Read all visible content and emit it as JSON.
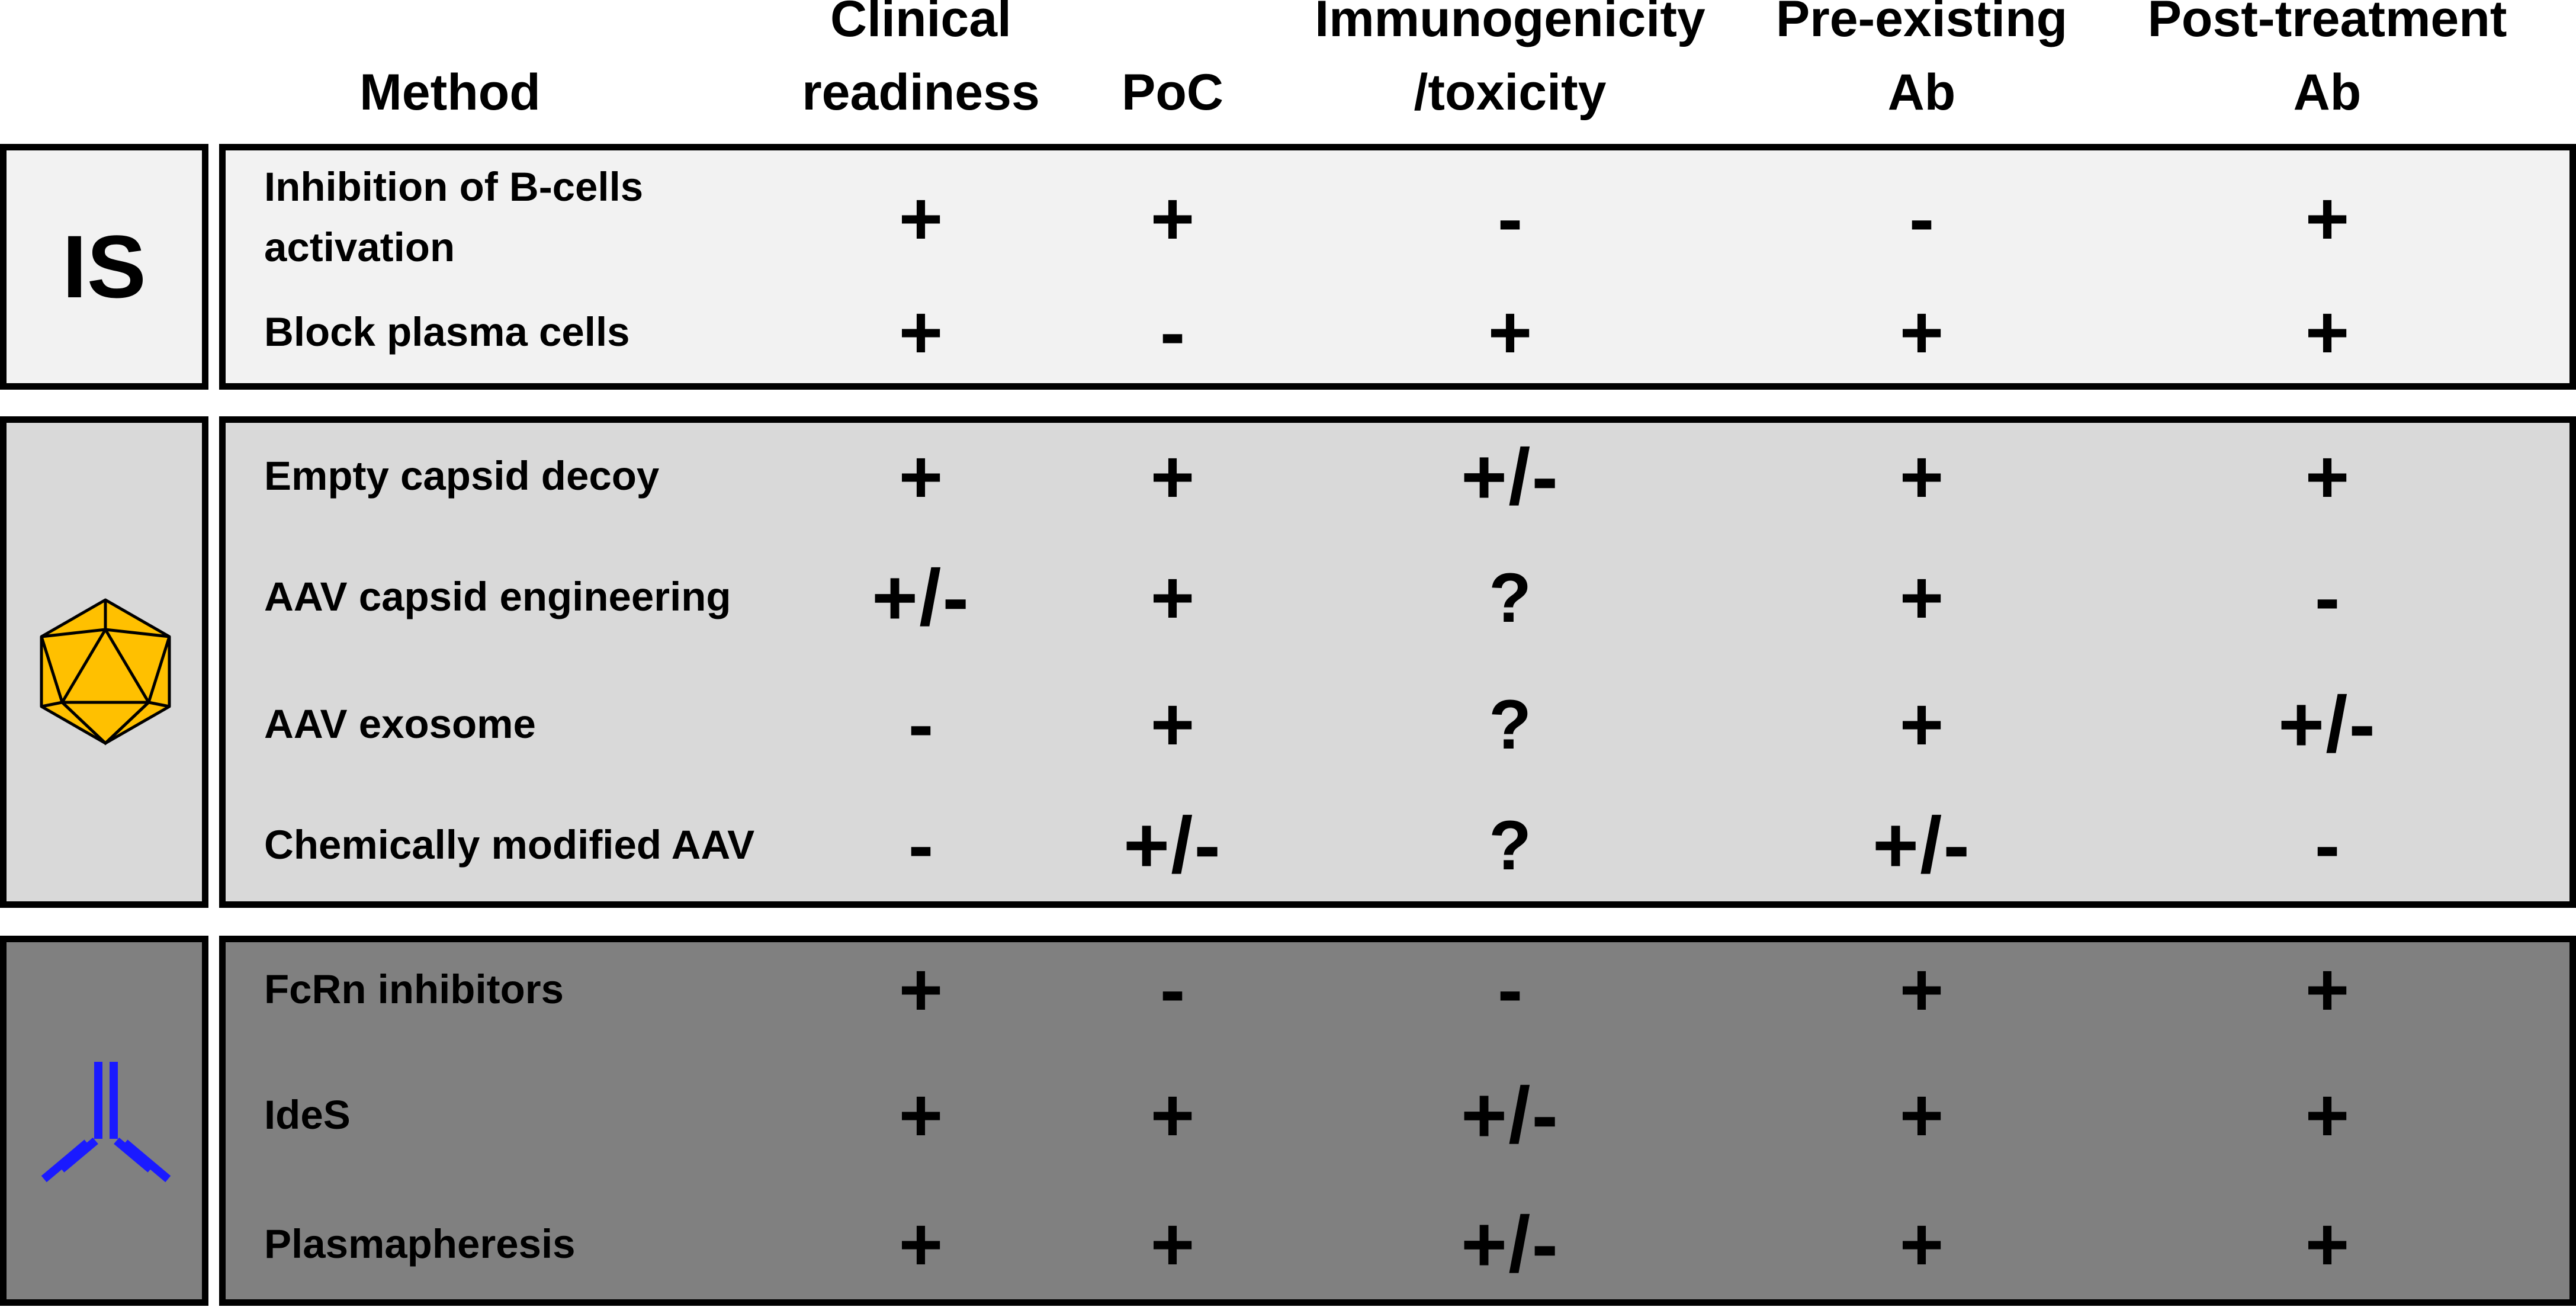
{
  "headers": {
    "method": "Method",
    "clinical": "Clinical\nreadiness",
    "poc": "PoC",
    "immuno": "Immunogenicity\n/toxicity",
    "preexisting": "Pre-existing\nAb",
    "posttreatment": "Post-treatment\nAb"
  },
  "groups": [
    {
      "icon_name": "IS-text",
      "icon_text": "IS",
      "panel_color": "#f2f2f2",
      "rows": [
        {
          "method": "Inhibition of B-cells\nactivation",
          "values": [
            "+",
            "+",
            "-",
            "-",
            "+"
          ]
        },
        {
          "method": "Block plasma cells",
          "values": [
            "+",
            "-",
            "+",
            "+",
            "+"
          ]
        }
      ]
    },
    {
      "icon_name": "aav-capsid-icon",
      "panel_color": "#d9d9d9",
      "icon_color": "#ffc000",
      "rows": [
        {
          "method": "Empty capsid decoy",
          "values": [
            "+",
            "+",
            "+/-",
            "+",
            "+"
          ]
        },
        {
          "method": "AAV capsid engineering",
          "values": [
            "+/-",
            "+",
            "?",
            "+",
            "-"
          ]
        },
        {
          "method": "AAV exosome",
          "values": [
            "-",
            "+",
            "?",
            "+",
            "+/-"
          ]
        },
        {
          "method": "Chemically modified AAV",
          "values": [
            "-",
            "+/-",
            "?",
            "+/-",
            "-"
          ]
        }
      ]
    },
    {
      "icon_name": "antibody-icon",
      "panel_color": "#808080",
      "icon_color": "#1a1aff",
      "rows": [
        {
          "method": "FcRn inhibitors",
          "values": [
            "+",
            "-",
            "-",
            "+",
            "+"
          ]
        },
        {
          "method": "IdeS",
          "values": [
            "+",
            "+",
            "+/-",
            "+",
            "+"
          ]
        },
        {
          "method": "Plasmapheresis",
          "values": [
            "+",
            "+",
            "+/-",
            "+",
            "+"
          ]
        }
      ]
    }
  ]
}
